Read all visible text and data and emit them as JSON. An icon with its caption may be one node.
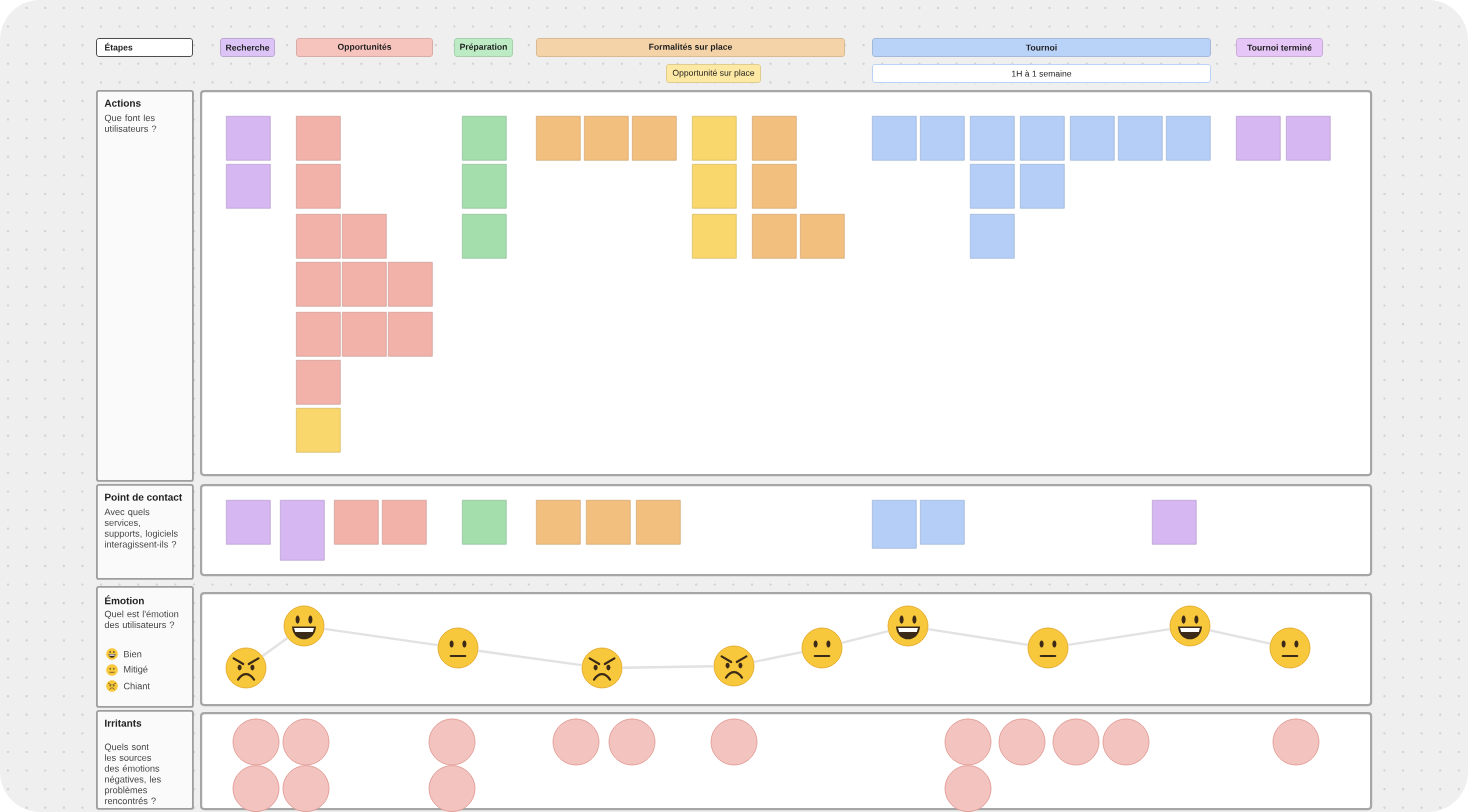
{
  "diagram": {
    "nodes": [
      {
        "text": [
          "Étapes"
        ]
      },
      {
        "text": [
          "Recherche"
        ]
      },
      {
        "text": [
          "Opportunités"
        ]
      },
      {
        "text": [
          "Préparation"
        ]
      },
      {
        "text": [
          "Formalités sur place"
        ]
      },
      {
        "text": [
          "Tournoi"
        ]
      },
      {
        "text": [
          "Tournoi terminé"
        ]
      },
      {
        "text": [
          "Opportunité sur place"
        ]
      },
      {
        "text": [
          "1H à 1 semaine"
        ]
      },
      {
        "text": [
          "Actions",
          "Que font les utilisateurs ?"
        ]
      },
      {
        "text": [],
        "shape": "box"
      },
      {
        "text": [],
        "shape": "box",
        "in": 10
      },
      {
        "text": [],
        "shape": "box",
        "in": 10
      },
      {
        "text": [],
        "shape": "box",
        "in": 10
      },
      {
        "text": [],
        "shape": "box",
        "in": 10
      },
      {
        "text": [],
        "shape": "box",
        "in": 10
      },
      {
        "text": [],
        "shape": "box",
        "in": 10
      },
      {
        "text": [],
        "shape": "box",
        "in": 10
      },
      {
        "text": [],
        "shape": "box",
        "in": 10
      },
      {
        "text": [],
        "shape": "box",
        "in": 10
      },
      {
        "text": [],
        "shape": "box",
        "in": 10
      },
      {
        "text": [],
        "shape": "box",
        "in": 10
      },
      {
        "text": [],
        "shape": "box",
        "in": 10
      },
      {
        "text": [],
        "shape": "box",
        "in": 10
      },
      {
        "text": [],
        "shape": "box",
        "in": 10
      },
      {
        "text": [],
        "shape": "box",
        "in": 10
      },
      {
        "text": [],
        "shape": "box",
        "in": 10
      },
      {
        "text": [],
        "shape": "box",
        "in": 10
      },
      {
        "text": [],
        "shape": "box",
        "in": 10
      },
      {
        "text": [],
        "shape": "box",
        "in": 10
      },
      {
        "text": [],
        "shape": "box",
        "in": 10
      },
      {
        "text": [],
        "shape": "box",
        "in": 10
      },
      {
        "text": [],
        "shape": "box",
        "in": 10
      },
      {
        "text": [],
        "shape": "box",
        "in": 10
      },
      {
        "text": [],
        "shape": "box",
        "in": 10
      },
      {
        "text": [],
        "shape": "box",
        "in": 10
      },
      {
        "text": [],
        "shape": "box",
        "in": 10
      },
      {
        "text": [],
        "shape": "box",
        "in": 10
      },
      {
        "text": [],
        "shape": "box",
        "in": 10
      },
      {
        "text": [],
        "shape": "box",
        "in": 10
      },
      {
        "text": [],
        "shape": "box",
        "in": 10
      },
      {
        "text": [],
        "shape": "box",
        "in": 10
      },
      {
        "text": [],
        "shape": "box",
        "in": 10
      },
      {
        "text": [],
        "shape": "box",
        "in": 10
      },
      {
        "text": [],
        "shape": "box",
        "in": 10
      },
      {
        "text": [],
        "shape": "box",
        "in": 10
      },
      {
        "text": [],
        "shape": "box",
        "in": 10
      },
      {
        "text": [],
        "shape": "box",
        "in": 10
      },
      {
        "text": [],
        "shape": "box",
        "in": 10
      },
      {
        "text": [],
        "shape": "box",
        "in": 10
      },
      {
        "text": [
          "Point de contact",
          "Avec quels services, supports, logiciels interagissent-ils ?"
        ]
      },
      {
        "text": [],
        "shape": "box"
      },
      {
        "text": [],
        "shape": "box",
        "in": 51
      },
      {
        "text": [],
        "shape": "box",
        "in": 51
      },
      {
        "text": [],
        "shape": "box",
        "in": 51
      },
      {
        "text": [],
        "shape": "box",
        "in": 51
      },
      {
        "text": [],
        "shape": "box",
        "in": 51
      },
      {
        "text": [],
        "shape": "box",
        "in": 51
      },
      {
        "text": [],
        "shape": "box",
        "in": 51
      },
      {
        "text": [],
        "shape": "box",
        "in": 51
      },
      {
        "text": [],
        "shape": "box",
        "in": 51
      },
      {
        "text": [],
        "shape": "box",
        "in": 51
      },
      {
        "text": [],
        "shape": "box",
        "in": 51
      },
      {
        "text": [
          "Émotion",
          "Quel est l'émotion des utilisateurs ?"
        ]
      },
      {
        "text": [],
        "shape": "box"
      },
      {
        "text": [],
        "shape": "picture",
        "in": 64
      },
      {
        "text": [],
        "shape": "picture",
        "in": 64
      },
      {
        "text": [],
        "shape": "picture",
        "in": 64
      },
      {
        "text": [],
        "shape": "picture",
        "in": 64
      },
      {
        "text": [],
        "shape": "picture",
        "in": 64
      },
      {
        "text": [],
        "shape": "picture",
        "in": 64
      },
      {
        "text": [],
        "shape": "picture",
        "in": 64
      },
      {
        "text": [],
        "shape": "picture",
        "in": 64
      },
      {
        "text": [],
        "shape": "picture",
        "in": 64
      },
      {
        "text": [],
        "shape": "picture",
        "in": 64
      },
      {
        "text": [
          "Irritants",
          "Quels sont les sources des émotions négatives, les problèmes rencontrés ?"
        ]
      },
      {
        "text": [],
        "shape": "box"
      },
      {
        "text": [],
        "shape": "circle",
        "in": 76
      },
      {
        "text": [],
        "shape": "circle",
        "in": 76
      },
      {
        "text": [],
        "shape": "circle",
        "in": 76
      },
      {
        "text": [],
        "shape": "circle",
        "in": 76
      },
      {
        "text": [],
        "shape": "circle",
        "in": 76
      },
      {
        "text": [],
        "shape": "circle",
        "in": 76
      },
      {
        "text": [],
        "shape": "circle",
        "in": 76
      },
      {
        "text": [],
        "shape": "circle",
        "in": 76
      },
      {
        "text": [],
        "shape": "circle",
        "in": 76
      },
      {
        "text": [],
        "shape": "circle",
        "in": 76
      },
      {
        "text": [],
        "shape": "circle",
        "in": 76
      },
      {
        "text": [],
        "shape": "circle",
        "in": 76
      },
      {
        "text": [],
        "shape": "circle",
        "in": 76
      },
      {
        "text": [],
        "shape": "circle",
        "in": 76
      },
      {
        "text": [],
        "shape": "circle",
        "in": 76
      }
    ],
    "edges": [
      {
        "from": 65,
        "to": 66,
        "arrow": "none"
      },
      {
        "from": 66,
        "to": 67,
        "arrow": "none"
      },
      {
        "from": 67,
        "to": 68,
        "arrow": "none"
      },
      {
        "from": 68,
        "to": 69,
        "arrow": "none"
      },
      {
        "from": 69,
        "to": 70,
        "arrow": "none"
      },
      {
        "from": 70,
        "to": 71,
        "arrow": "none"
      },
      {
        "from": 71,
        "to": 72,
        "arrow": "none"
      },
      {
        "from": 72,
        "to": 73,
        "arrow": "none"
      },
      {
        "from": 73,
        "to": 74,
        "arrow": "none"
      }
    ],
    "legend": [
      {
        "text": "Bien"
      },
      {
        "text": "Mitigé"
      },
      {
        "text": "Chiant"
      }
    ]
  }
}
